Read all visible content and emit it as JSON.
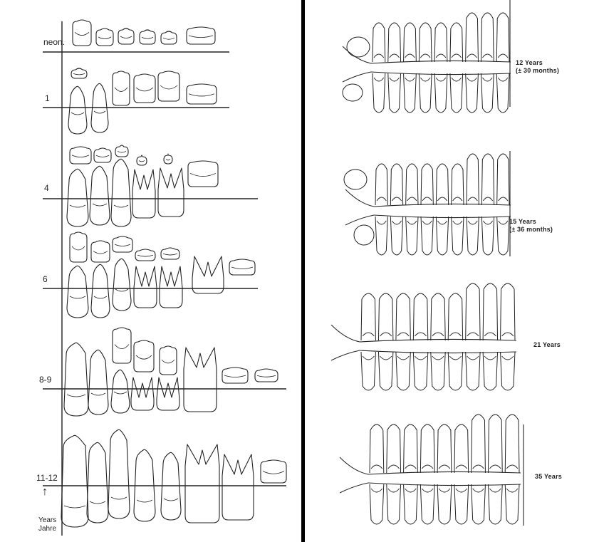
{
  "left_panel": {
    "age_labels": [
      "neon.",
      "1",
      "4",
      "6",
      "8-9",
      "11-12"
    ],
    "axis_arrow": "↑",
    "axis_label_line1": "Years",
    "axis_label_line2": "Jahre"
  },
  "right_panel": {
    "labels": [
      {
        "line1": "12 Years",
        "line2": "(± 30 months)"
      },
      {
        "line1": "15 Years",
        "line2": "(± 36 months)"
      },
      {
        "line1": "21 Years",
        "line2": ""
      },
      {
        "line1": "35 Years",
        "line2": ""
      }
    ]
  },
  "colors": {
    "ink": "#222222",
    "background": "#ffffff",
    "divider": "#000000"
  }
}
